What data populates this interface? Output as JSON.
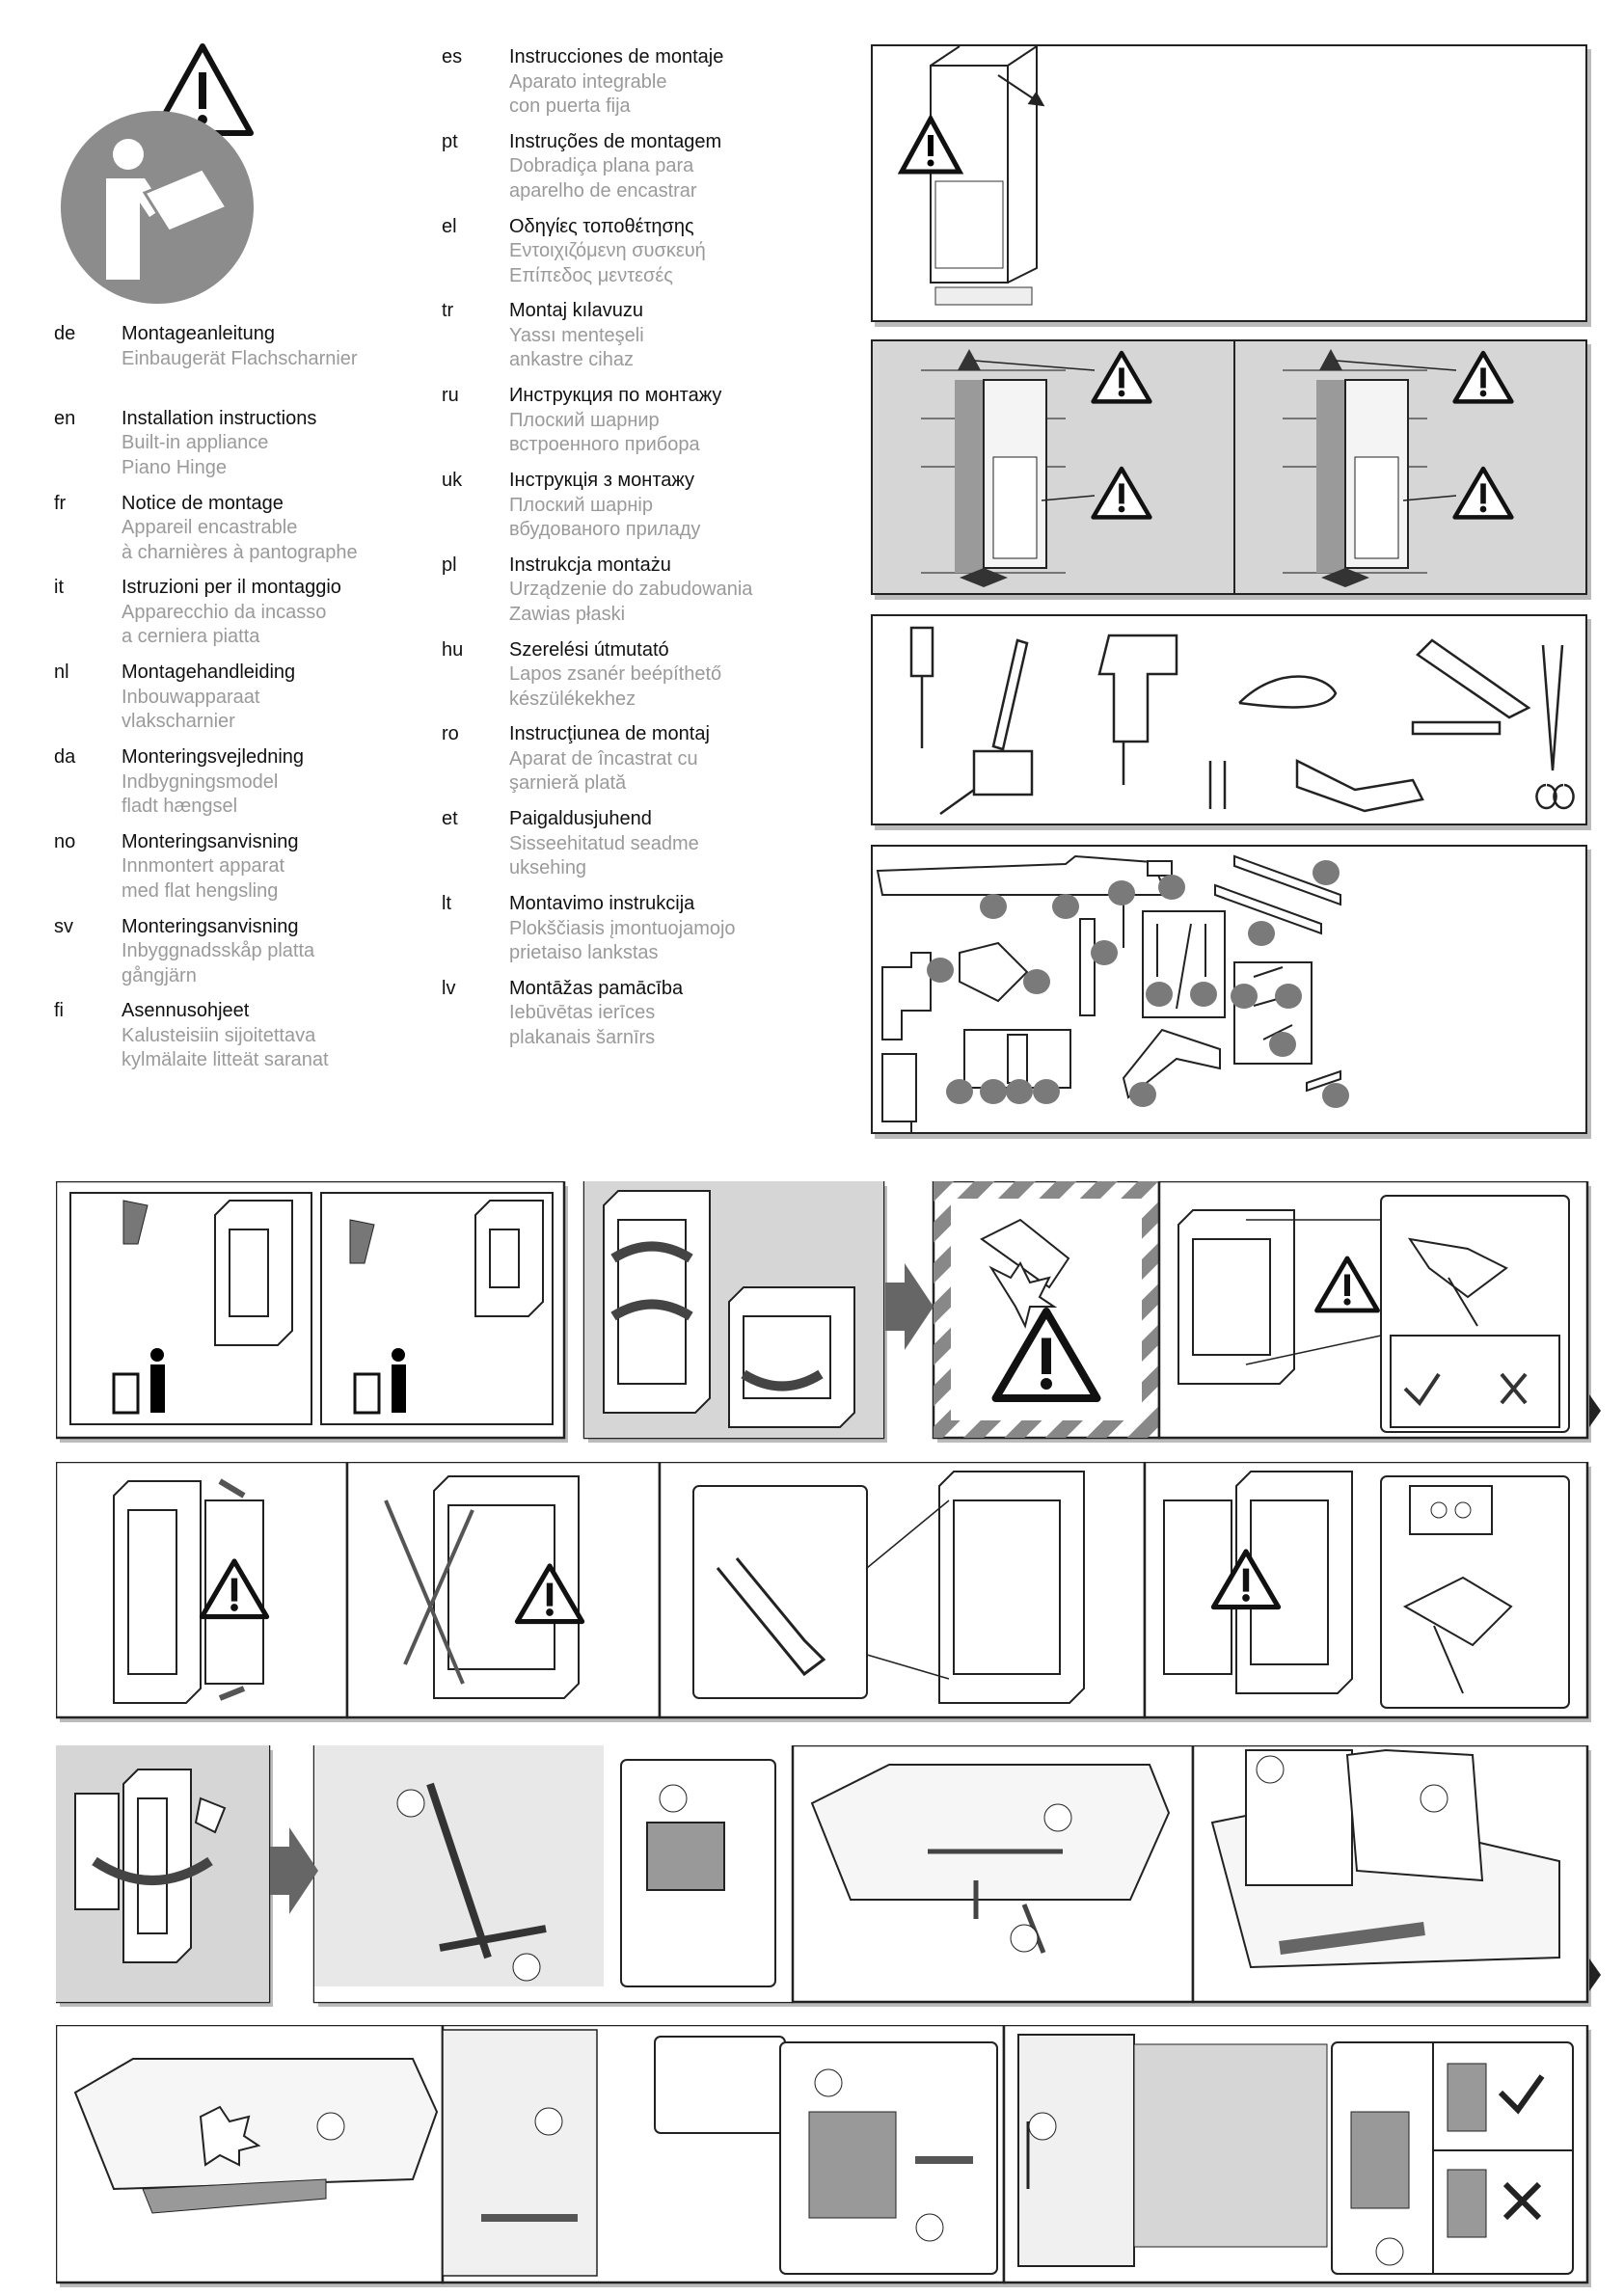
{
  "languages_left": [
    {
      "code": "de",
      "title": "Montageanleitung",
      "sub": [
        "Einbaugerät Flachscharnier"
      ]
    },
    {
      "code": "en",
      "title": "Installation instructions",
      "sub": [
        "Built-in appliance",
        "Piano Hinge"
      ]
    },
    {
      "code": "fr",
      "title": "Notice de montage",
      "sub": [
        "Appareil encastrable",
        "à charnières à pantographe"
      ]
    },
    {
      "code": "it",
      "title": "Istruzioni per il montaggio",
      "sub": [
        "Apparecchio da incasso",
        "a cerniera piatta"
      ]
    },
    {
      "code": "nl",
      "title": "Montagehandleiding",
      "sub": [
        "Inbouwapparaat",
        "vlakscharnier"
      ]
    },
    {
      "code": "da",
      "title": "Monteringsvejledning",
      "sub": [
        "Indbygningsmodel",
        "fladt hængsel"
      ]
    },
    {
      "code": "no",
      "title": "Monteringsanvisning",
      "sub": [
        "Innmontert apparat",
        "med flat hengsling"
      ]
    },
    {
      "code": "sv",
      "title": "Monteringsanvisning",
      "sub": [
        "Inbyggnadsskåp platta",
        "gångjärn"
      ]
    },
    {
      "code": "fi",
      "title": "Asennusohjeet",
      "sub": [
        "Kalusteisiin sijoitettava",
        "kylmälaite  litteät saranat"
      ]
    }
  ],
  "languages_right": [
    {
      "code": "es",
      "title": "Instrucciones de montaje",
      "sub": [
        "Aparato integrable",
        "con puerta fija"
      ]
    },
    {
      "code": "pt",
      "title": "Instruções de montagem",
      "sub": [
        "Dobradiça plana para",
        "aparelho de encastrar"
      ]
    },
    {
      "code": "el",
      "title": "Οδηγίες τοποθέτησης",
      "sub": [
        "Εντοιχιζόμενη συσκευή",
        "Επίπεδος μεντεσές"
      ]
    },
    {
      "code": "tr",
      "title": "Montaj kılavuzu",
      "sub": [
        "Yassı menteşeli",
        "ankastre cihaz"
      ]
    },
    {
      "code": "ru",
      "title": "Инструкция по монтажу",
      "sub": [
        "Плоский шарнир",
        "встроенного прибора"
      ]
    },
    {
      "code": "uk",
      "title": "Інструкція з монтажу",
      "sub": [
        "Плоский шарнір",
        "вбудованого приладу"
      ]
    },
    {
      "code": "pl",
      "title": "Instrukcja montażu",
      "sub": [
        "Urządzenie do zabudowania",
        "Zawias płaski"
      ]
    },
    {
      "code": "hu",
      "title": "Szerelési útmutató",
      "sub": [
        "Lapos zsanér beépíthető",
        "készülékekhez"
      ]
    },
    {
      "code": "ro",
      "title": "Instrucţiunea de montaj",
      "sub": [
        "Aparat de încastrat cu",
        "şarnieră plată"
      ]
    },
    {
      "code": "et",
      "title": "Paigaldusjuhend",
      "sub": [
        "Sisseehitatud seadme",
        "uksehing"
      ]
    },
    {
      "code": "lt",
      "title": "Montavimo instrukcija",
      "sub": [
        "Plokščiasis įmontuojamojo",
        "prietaiso lankstas"
      ]
    },
    {
      "code": "lv",
      "title": "Montāžas pamācība",
      "sub": [
        "Iebūvētas ierīces",
        "plakanais šarnīrs"
      ]
    }
  ],
  "colors": {
    "ink": "#111111",
    "subtext": "#9a9a9a",
    "marker": "#7a7a7a",
    "panel_grey": "#d6d6d6",
    "shadow": "#bbbbbb"
  },
  "icons": [
    "warning-icon",
    "read-manual-icon",
    "trash-disposal-icon",
    "arrow-right-icon",
    "check-icon",
    "cross-icon"
  ]
}
